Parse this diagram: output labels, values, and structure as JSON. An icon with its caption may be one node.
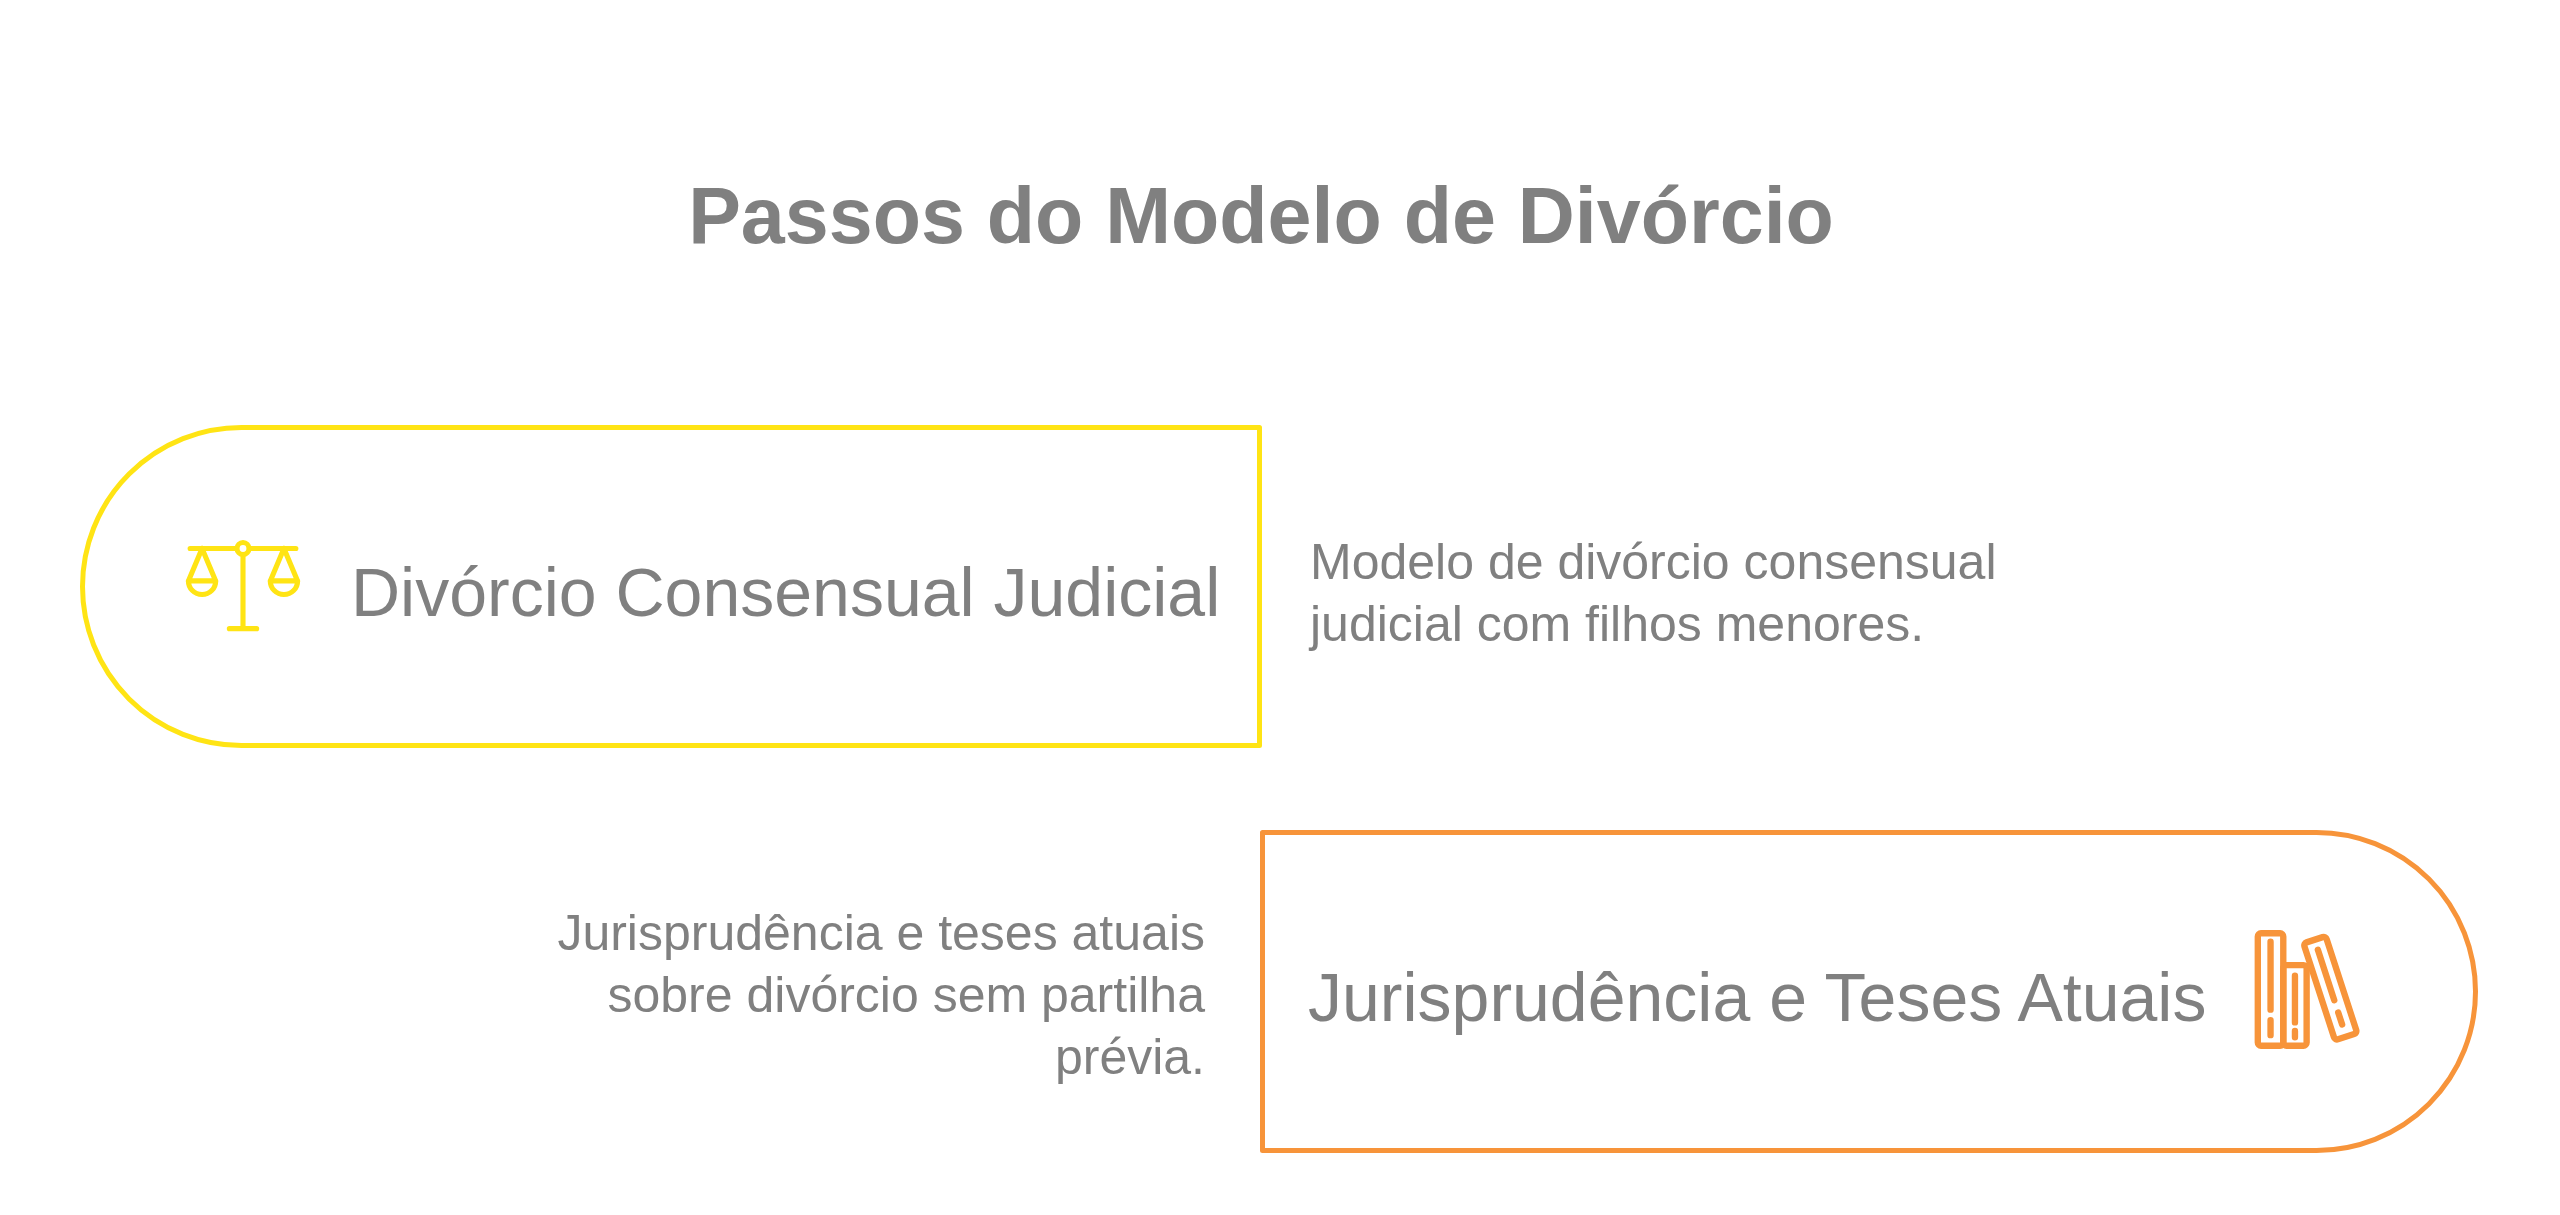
{
  "diagram": {
    "title": "Passos do Modelo de Divórcio",
    "nodes": [
      {
        "text": [
          "Divórcio Consensual Judicial"
        ],
        "beside": [
          "Modelo de divórcio consensual judicial com filhos menores."
        ]
      },
      {
        "text": [
          "Jurisprudência e Teses Atuais"
        ],
        "beside": [
          "Jurisprudência e teses atuais sobre divórcio sem partilha prévia."
        ]
      }
    ]
  }
}
